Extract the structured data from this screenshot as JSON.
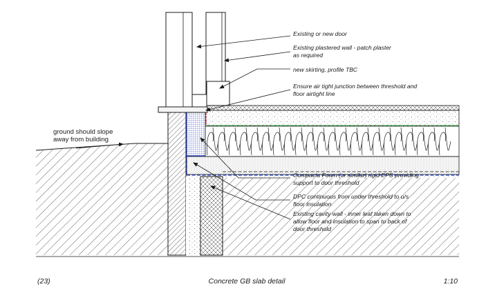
{
  "annotations": {
    "door": "Existing or new door",
    "plaster_line1": "Existing plastered wall - patch plaster",
    "plaster_line2": "as required",
    "skirting": "new skirting, profile TBC",
    "airtight_line1": "Ensure air tight junction between threshold and",
    "airtight_line2": "floor airtight line",
    "eps_line1": "Compacta Foam (or similar) rigid EPS providing",
    "eps_line2": "support to door threshold",
    "dpc_line1": "DPC continuous from under threshold to u/s",
    "dpc_line2": "floor insulation",
    "cavity_line1": "Existing cavity wall - inner leaf taken down to",
    "cavity_line2": "allow floor and insulation to span to back of",
    "cavity_line3": "door threshold",
    "ground_line1": "ground should slope",
    "ground_line2": "away from building"
  },
  "footer": {
    "ref": "(23)",
    "title": "Concrete GB slab detail",
    "scale": "1:10"
  },
  "colors": {
    "line": "#1a1a1a",
    "dpc_blue": "#1f3fbf",
    "eps_grid": "#3b4fd6",
    "airtight_red": "#e02020",
    "membrane_green": "#2bbf3a"
  }
}
